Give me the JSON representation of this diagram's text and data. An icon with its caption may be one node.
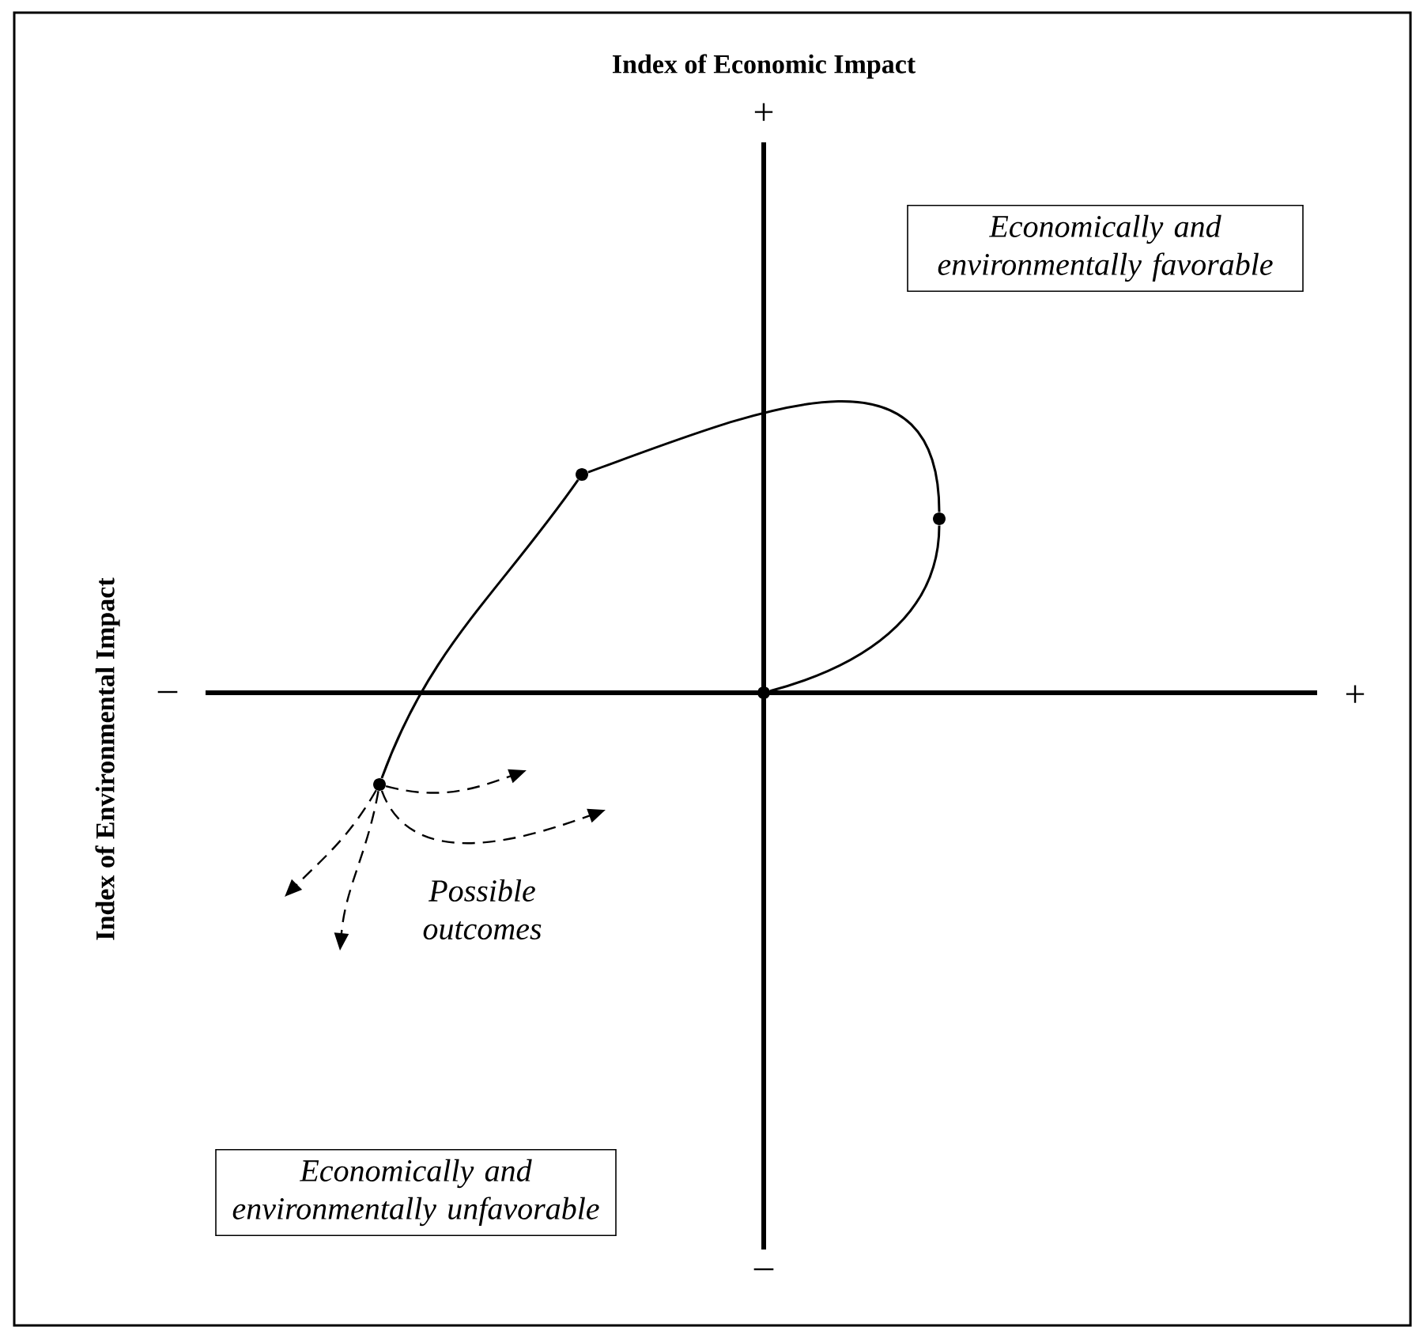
{
  "diagram": {
    "nodes": [
      {
        "text": [
          "Economically and environmentally favorable"
        ]
      },
      {
        "text": [
          "Economically and environmentally unfavorable"
        ]
      },
      {
        "text": [],
        "shape": "circle"
      },
      {
        "text": [],
        "shape": "circle"
      },
      {
        "text": [],
        "shape": "circle"
      },
      {
        "text": [],
        "shape": "circle"
      }
    ],
    "edges": [
      {
        "from": 2,
        "to": 3,
        "arrow": "none"
      },
      {
        "from": 3,
        "to": 4,
        "arrow": "none"
      },
      {
        "from": 4,
        "to": 5,
        "arrow": "none"
      },
      {
        "from": 5,
        "to": null,
        "arrow": "to",
        "style": "dashed"
      },
      {
        "from": 5,
        "to": null,
        "arrow": "to",
        "style": "dashed"
      },
      {
        "from": 5,
        "to": null,
        "arrow": "to",
        "style": "dashed"
      },
      {
        "from": 5,
        "to": null,
        "arrow": "to",
        "style": "dashed"
      }
    ],
    "labels": [
      "Index of Economic Impact",
      "+",
      "Index of Environmental Impact",
      "–",
      "+",
      "Possible outcomes",
      "–"
    ]
  }
}
